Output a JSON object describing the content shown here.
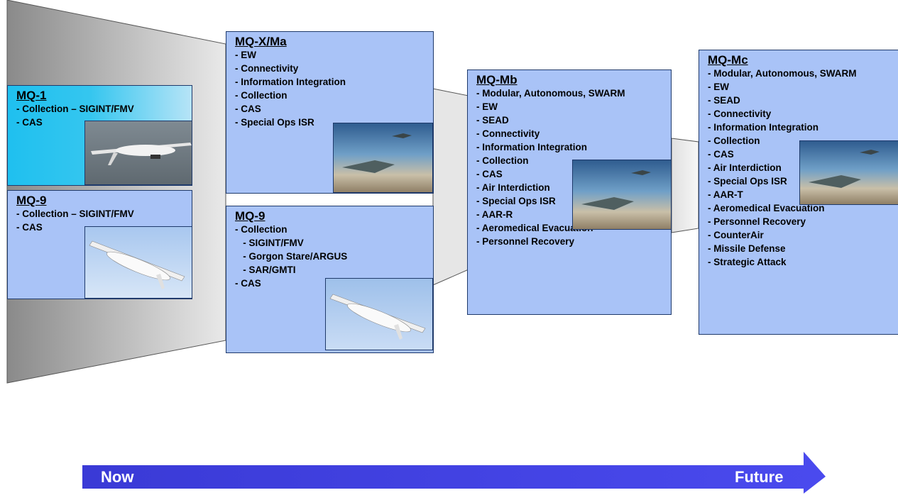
{
  "cards": {
    "mq1": {
      "title": "MQ-1",
      "items": [
        "- Collection – SIGINT/FMV",
        "- CAS"
      ]
    },
    "mq9_now": {
      "title": "MQ-9",
      "items": [
        "- Collection – SIGINT/FMV",
        "- CAS"
      ]
    },
    "mqx": {
      "title": "MQ-X/Ma",
      "items": [
        "- EW",
        "- Connectivity",
        "- Information Integration",
        "- Collection",
        "- CAS",
        "-  Special Ops ISR"
      ]
    },
    "mq9_next": {
      "title": "MQ-9",
      "items": [
        "- Collection",
        "   - SIGINT/FMV",
        "   - Gorgon Stare/ARGUS",
        "   - SAR/GMTI",
        "- CAS"
      ]
    },
    "mqmb": {
      "title": "MQ-Mb",
      "items": [
        "- Modular, Autonomous, SWARM",
        "- EW",
        "- SEAD",
        "- Connectivity",
        "- Information Integration",
        "- Collection",
        "- CAS",
        "- Air Interdiction",
        "- Special Ops ISR",
        "- AAR-R",
        "- Aeromedical Evacuation",
        "- Personnel Recovery"
      ]
    },
    "mqmc": {
      "title": "MQ-Mc",
      "items": [
        "- Modular, Autonomous, SWARM",
        "- EW",
        "- SEAD",
        "- Connectivity",
        "- Information Integration",
        "- Collection",
        "- CAS",
        "- Air Interdiction",
        "- Special Ops ISR",
        "- AAR-T",
        "- Aeromedical Evacuation",
        "- Personnel Recovery",
        "- CounterAir",
        "- Missile Defense",
        "- Strategic Attack"
      ]
    }
  },
  "timeline": {
    "start": "Now",
    "end": "Future"
  },
  "colors": {
    "card": "#a9c3f7",
    "cyan_card": "#1fc0ef",
    "arrow": "#3a3ad6",
    "funnel": "#9a9a9a"
  }
}
